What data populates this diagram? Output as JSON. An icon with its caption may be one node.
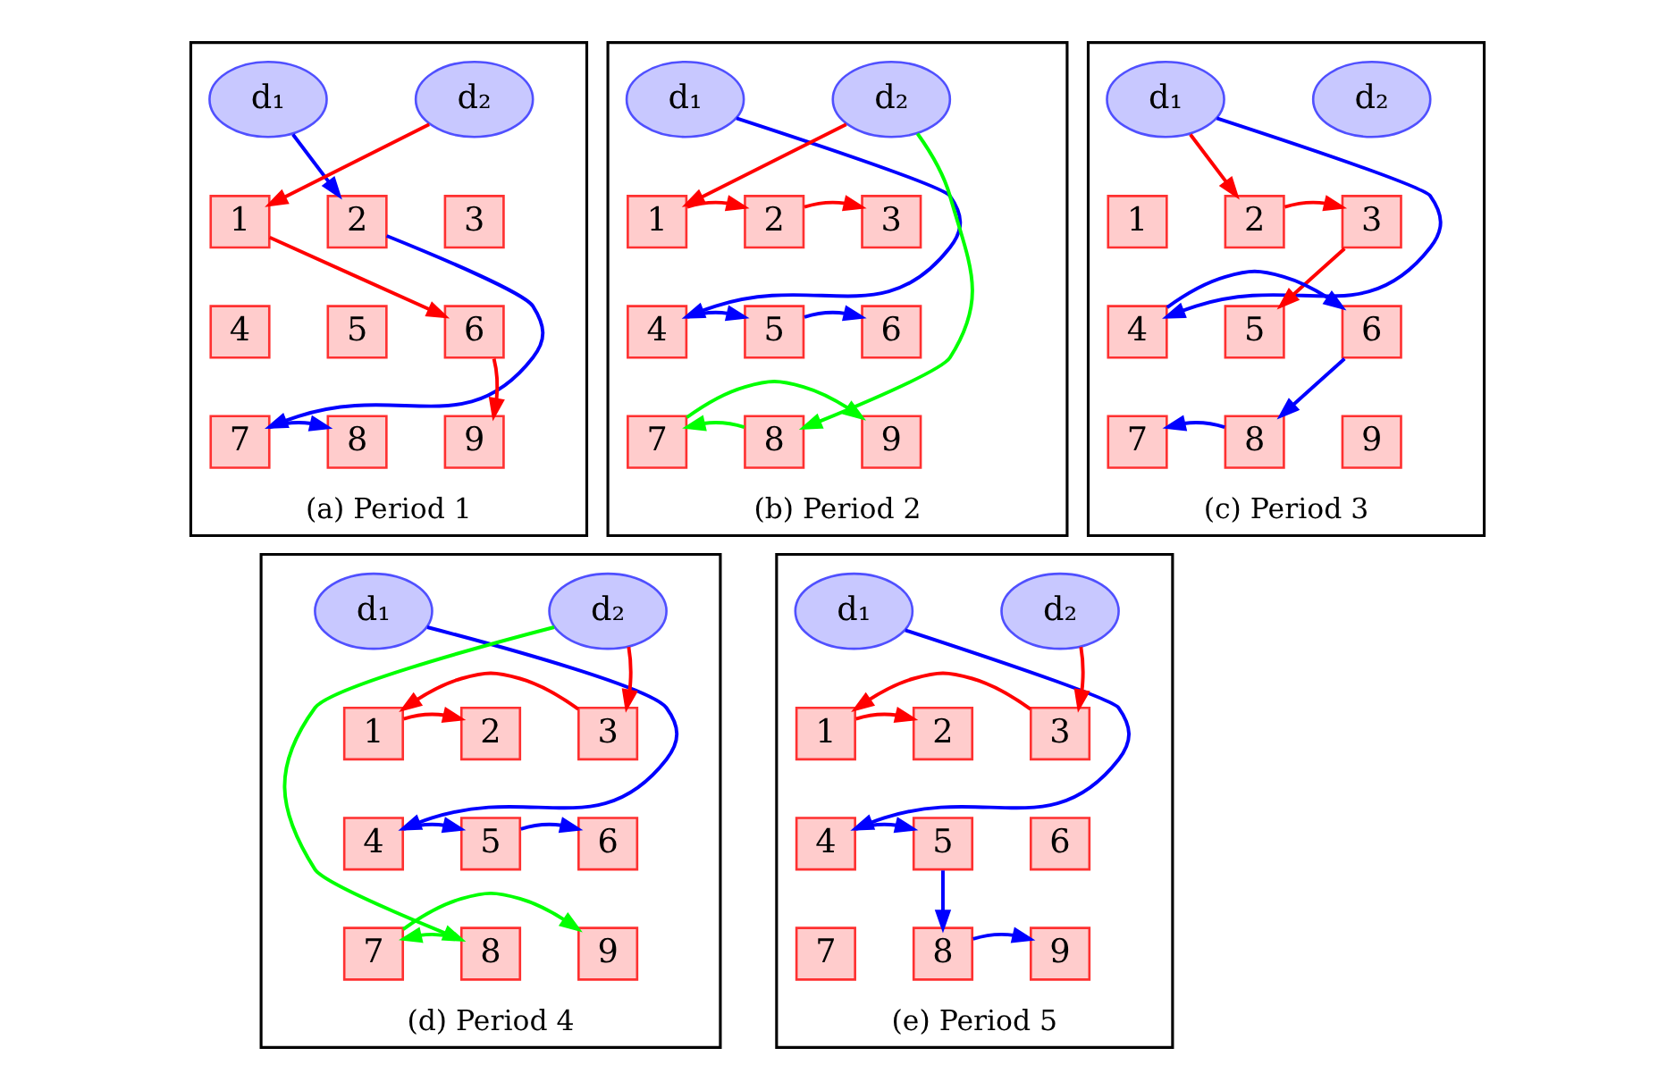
{
  "diagram": {
    "nodes": [
      {
        "text": [
          "(a) Period 1"
        ]
      },
      {
        "text": [
          "d₁"
        ],
        "in": 0
      },
      {
        "text": [
          "d₂"
        ],
        "in": 0
      },
      {
        "text": [
          "1"
        ],
        "in": 0
      },
      {
        "text": [
          "2"
        ],
        "in": 0
      },
      {
        "text": [
          "3"
        ],
        "in": 0
      },
      {
        "text": [
          "4"
        ],
        "in": 0
      },
      {
        "text": [
          "5"
        ],
        "in": 0
      },
      {
        "text": [
          "6"
        ],
        "in": 0
      },
      {
        "text": [
          "7"
        ],
        "in": 0
      },
      {
        "text": [
          "8"
        ],
        "in": 0
      },
      {
        "text": [
          "9"
        ],
        "in": 0
      },
      {
        "text": [
          "(b) Period 2"
        ]
      },
      {
        "text": [
          "d₁"
        ],
        "in": 12
      },
      {
        "text": [
          "d₂"
        ],
        "in": 12
      },
      {
        "text": [
          "1"
        ],
        "in": 12
      },
      {
        "text": [
          "2"
        ],
        "in": 12
      },
      {
        "text": [
          "3"
        ],
        "in": 12
      },
      {
        "text": [
          "4"
        ],
        "in": 12
      },
      {
        "text": [
          "5"
        ],
        "in": 12
      },
      {
        "text": [
          "6"
        ],
        "in": 12
      },
      {
        "text": [
          "7"
        ],
        "in": 12
      },
      {
        "text": [
          "8"
        ],
        "in": 12
      },
      {
        "text": [
          "9"
        ],
        "in": 12
      },
      {
        "text": [
          "(c) Period 3"
        ]
      },
      {
        "text": [
          "d₁"
        ],
        "in": 24
      },
      {
        "text": [
          "d₂"
        ],
        "in": 24
      },
      {
        "text": [
          "1"
        ],
        "in": 24
      },
      {
        "text": [
          "2"
        ],
        "in": 24
      },
      {
        "text": [
          "3"
        ],
        "in": 24
      },
      {
        "text": [
          "4"
        ],
        "in": 24
      },
      {
        "text": [
          "5"
        ],
        "in": 24
      },
      {
        "text": [
          "6"
        ],
        "in": 24
      },
      {
        "text": [
          "7"
        ],
        "in": 24
      },
      {
        "text": [
          "8"
        ],
        "in": 24
      },
      {
        "text": [
          "9"
        ],
        "in": 24
      },
      {
        "text": [
          "(d) Period 4"
        ]
      },
      {
        "text": [
          "d₁"
        ],
        "in": 36
      },
      {
        "text": [
          "d₂"
        ],
        "in": 36
      },
      {
        "text": [
          "1"
        ],
        "in": 36
      },
      {
        "text": [
          "2"
        ],
        "in": 36
      },
      {
        "text": [
          "3"
        ],
        "in": 36
      },
      {
        "text": [
          "4"
        ],
        "in": 36
      },
      {
        "text": [
          "5"
        ],
        "in": 36
      },
      {
        "text": [
          "6"
        ],
        "in": 36
      },
      {
        "text": [
          "7"
        ],
        "in": 36
      },
      {
        "text": [
          "8"
        ],
        "in": 36
      },
      {
        "text": [
          "9"
        ],
        "in": 36
      },
      {
        "text": [
          "(e) Period 5"
        ]
      },
      {
        "text": [
          "d₁"
        ],
        "in": 48
      },
      {
        "text": [
          "d₂"
        ],
        "in": 48
      },
      {
        "text": [
          "1"
        ],
        "in": 48
      },
      {
        "text": [
          "2"
        ],
        "in": 48
      },
      {
        "text": [
          "3"
        ],
        "in": 48
      },
      {
        "text": [
          "4"
        ],
        "in": 48
      },
      {
        "text": [
          "5"
        ],
        "in": 48
      },
      {
        "text": [
          "6"
        ],
        "in": 48
      },
      {
        "text": [
          "7"
        ],
        "in": 48
      },
      {
        "text": [
          "8"
        ],
        "in": 48
      },
      {
        "text": [
          "9"
        ],
        "in": 48
      }
    ],
    "edges": [
      {
        "from": 1,
        "to": 4,
        "arrow": "to",
        "color": "#0000ff"
      },
      {
        "from": 2,
        "to": 3,
        "arrow": "to",
        "color": "#ff0000"
      },
      {
        "from": 3,
        "to": 8,
        "arrow": "to",
        "color": "#ff0000"
      },
      {
        "from": 4,
        "to": 9,
        "arrow": "to",
        "color": "#0000ff"
      },
      {
        "from": 8,
        "to": 11,
        "arrow": "to",
        "color": "#ff0000"
      },
      {
        "from": 9,
        "to": 10,
        "arrow": "to",
        "color": "#0000ff"
      },
      {
        "from": 14,
        "to": 15,
        "arrow": "to",
        "color": "#ff0000"
      },
      {
        "from": 15,
        "to": 16,
        "arrow": "to",
        "color": "#ff0000"
      },
      {
        "from": 16,
        "to": 17,
        "arrow": "to",
        "color": "#ff0000"
      },
      {
        "from": 13,
        "to": 18,
        "arrow": "to",
        "color": "#0000ff"
      },
      {
        "from": 18,
        "to": 19,
        "arrow": "to",
        "color": "#0000ff"
      },
      {
        "from": 19,
        "to": 20,
        "arrow": "to",
        "color": "#0000ff"
      },
      {
        "from": 14,
        "to": 22,
        "arrow": "to",
        "color": "#00ff00"
      },
      {
        "from": 22,
        "to": 21,
        "arrow": "to",
        "color": "#00ff00"
      },
      {
        "from": 21,
        "to": 23,
        "arrow": "to",
        "color": "#00ff00"
      },
      {
        "from": 25,
        "to": 28,
        "arrow": "to",
        "color": "#ff0000"
      },
      {
        "from": 28,
        "to": 29,
        "arrow": "to",
        "color": "#ff0000"
      },
      {
        "from": 29,
        "to": 31,
        "arrow": "to",
        "color": "#ff0000"
      },
      {
        "from": 25,
        "to": 30,
        "arrow": "to",
        "color": "#0000ff"
      },
      {
        "from": 30,
        "to": 32,
        "arrow": "to",
        "color": "#0000ff"
      },
      {
        "from": 32,
        "to": 34,
        "arrow": "to",
        "color": "#0000ff"
      },
      {
        "from": 34,
        "to": 33,
        "arrow": "to",
        "color": "#0000ff"
      },
      {
        "from": 38,
        "to": 41,
        "arrow": "to",
        "color": "#ff0000"
      },
      {
        "from": 41,
        "to": 39,
        "arrow": "to",
        "color": "#ff0000"
      },
      {
        "from": 39,
        "to": 40,
        "arrow": "to",
        "color": "#ff0000"
      },
      {
        "from": 37,
        "to": 42,
        "arrow": "to",
        "color": "#0000ff"
      },
      {
        "from": 42,
        "to": 43,
        "arrow": "to",
        "color": "#0000ff"
      },
      {
        "from": 43,
        "to": 44,
        "arrow": "to",
        "color": "#0000ff"
      },
      {
        "from": 38,
        "to": 46,
        "arrow": "to",
        "color": "#00ff00"
      },
      {
        "from": 46,
        "to": 45,
        "arrow": "to",
        "color": "#00ff00"
      },
      {
        "from": 45,
        "to": 47,
        "arrow": "to",
        "color": "#00ff00"
      },
      {
        "from": 50,
        "to": 53,
        "arrow": "to",
        "color": "#ff0000"
      },
      {
        "from": 53,
        "to": 51,
        "arrow": "to",
        "color": "#ff0000"
      },
      {
        "from": 51,
        "to": 52,
        "arrow": "to",
        "color": "#ff0000"
      },
      {
        "from": 49,
        "to": 54,
        "arrow": "to",
        "color": "#0000ff"
      },
      {
        "from": 54,
        "to": 55,
        "arrow": "to",
        "color": "#0000ff"
      },
      {
        "from": 55,
        "to": 58,
        "arrow": "to",
        "color": "#0000ff"
      },
      {
        "from": 58,
        "to": 59,
        "arrow": "to",
        "color": "#0000ff"
      }
    ]
  }
}
